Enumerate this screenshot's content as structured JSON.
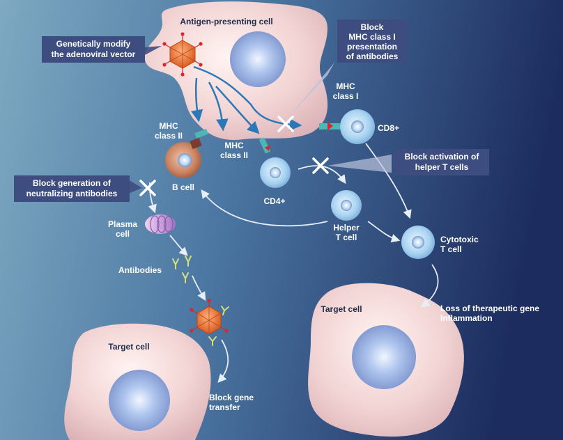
{
  "labels": {
    "antigen_presenting_cell": "Antigen-presenting cell",
    "mhc_class_i_a": "MHC",
    "mhc_class_i_b": "class I",
    "cd8": "CD8+",
    "mhc_class_ii_left_a": "MHC",
    "mhc_class_ii_left_b": "class II",
    "mhc_class_ii_mid_a": "MHC",
    "mhc_class_ii_mid_b": "class II",
    "b_cell": "B cell",
    "cd4": "CD4+",
    "plasma_cell_a": "Plasma",
    "plasma_cell_b": "cell",
    "antibodies": "Antibodies",
    "helper_t_cell_a": "Helper",
    "helper_t_cell_b": "T cell",
    "cytotoxic_t_cell_a": "Cytotoxic",
    "cytotoxic_t_cell_b": "T cell",
    "target_cell_right": "Target cell",
    "target_cell_left": "Target cell",
    "loss_a": "Loss of therapeutic gene",
    "loss_b": "Inflammation",
    "block_gene_a": "Block gene",
    "block_gene_b": "transfer"
  },
  "callouts": {
    "modify_vector_a": "Genetically modify",
    "modify_vector_b": "the adenoviral vector",
    "block_mhc_a": "Block",
    "block_mhc_b": "MHC class I",
    "block_mhc_c": "presentation",
    "block_mhc_d": "of antibodies",
    "block_helper_a": "Block activation of",
    "block_helper_b": "helper T cells",
    "block_neutral_a": "Block generation of",
    "block_neutral_b": "neutralizing antibodies"
  },
  "colors": {
    "bg_left": "#7aa6bf",
    "bg_right": "#1c2f63",
    "callout_box": "#3e4d80",
    "cell_body": "#f3d6d6",
    "nucleus": "#a9c2ea",
    "t_cell": "#a7d0ef",
    "b_cell": "#c88365",
    "virus": "#e8702f",
    "arrow": "#dde7f2",
    "mhc_teal": "#4fb6b6",
    "block_x": "#ffffff"
  },
  "icons": {
    "virus": "adenovirus-icon",
    "block": "x-block-icon",
    "antibody": "antibody-y-icon"
  }
}
